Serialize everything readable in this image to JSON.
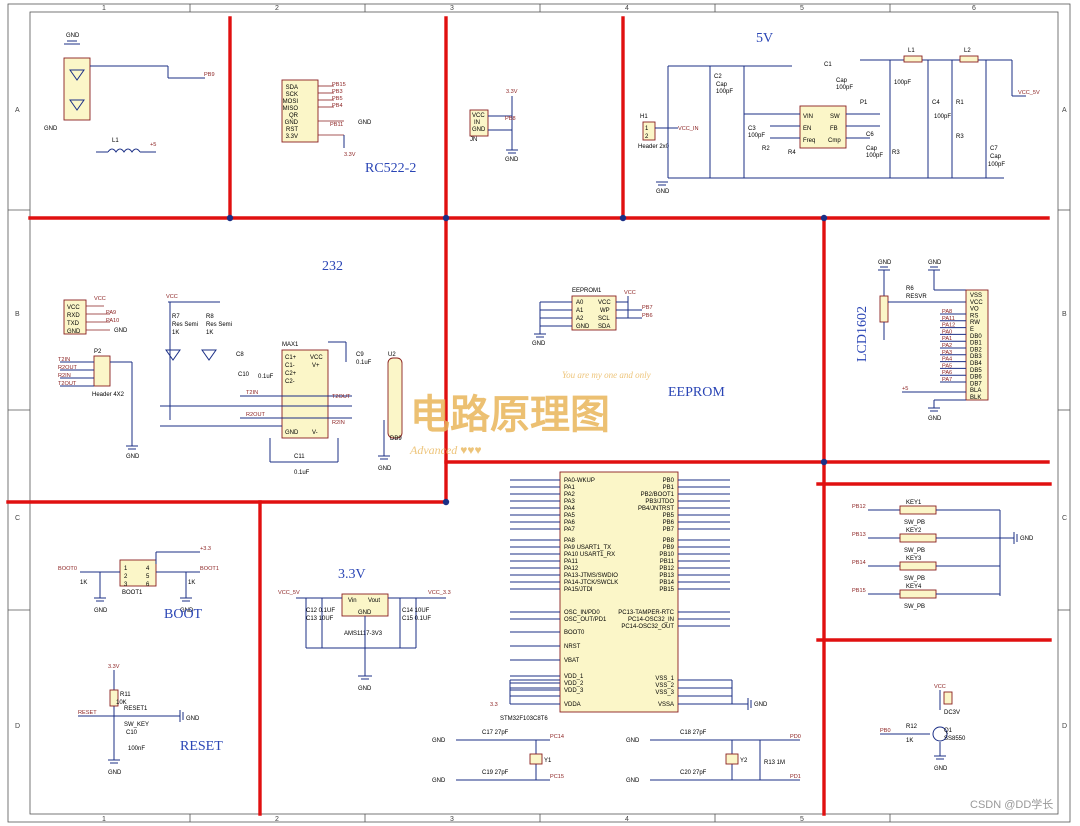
{
  "colors": {
    "border": "#e01010",
    "wire": "#1b2f86",
    "title": "#2a45b5",
    "component": "#fbf6c8",
    "watermark": "#e9b65a"
  },
  "grid": {
    "columns": [
      "1",
      "2",
      "3",
      "4",
      "5",
      "6"
    ],
    "rows": [
      "A",
      "B",
      "C",
      "D"
    ]
  },
  "blocks": {
    "rc522": {
      "title": "RC522-2",
      "pins": [
        "SDA",
        "SCK",
        "MOSI",
        "MISO",
        "QR",
        "GND",
        "RST",
        "3.3V"
      ],
      "nets": [
        "PB15",
        "PB3",
        "PB5",
        "PB4",
        "PB11"
      ]
    },
    "power5v": {
      "title": "5V",
      "chip": "P1",
      "chip_pins": [
        "VIN",
        "SW",
        "EN",
        "FB",
        "Freq",
        "Cmp"
      ],
      "header": "Header 2x0",
      "net_in": "VCC_IN",
      "net_out": "VCC_5V"
    },
    "rs232": {
      "title": "232",
      "chip": "MAX1",
      "chip_pins": [
        "C1+",
        "VCC",
        "C1-",
        "V+",
        "C2+",
        "C2-",
        "T2IN",
        "T2OUT",
        "R2OUT",
        "R2IN",
        "GND",
        "V-"
      ],
      "conn": "Header 4X2",
      "conn_pins": [
        "VCC",
        "RXD",
        "TXD",
        "GND"
      ],
      "db9": "DB9",
      "nets": [
        "T2IN",
        "R2OUT",
        "R2IN",
        "T2OUT"
      ]
    },
    "eeprom": {
      "title": "EEPROM",
      "chip": "EEPROM1",
      "pins": [
        "A0",
        "VCC",
        "A1",
        "WP",
        "A2",
        "SCL",
        "GND",
        "SDA"
      ],
      "nets": [
        "PB7",
        "PB6"
      ]
    },
    "lcd": {
      "title": "LCD1602",
      "pot": "R6",
      "pot_label": "RESVR",
      "pins": [
        "VSS",
        "VCC",
        "VO",
        "RS",
        "RW",
        "E",
        "DB0",
        "DB1",
        "DB2",
        "DB3",
        "DB4",
        "DB5",
        "DB6",
        "DB7",
        "BLA",
        "BLK"
      ],
      "nets": [
        "PA8",
        "PA11",
        "PA12",
        "PA0",
        "PA1",
        "PA2",
        "PA3",
        "PA4",
        "PA5",
        "PA6",
        "PA7"
      ]
    },
    "mcu": {
      "chip": "STM32F103C8T6",
      "left_pins": [
        "PA0-WKUP",
        "PA1",
        "PA2",
        "PA3",
        "PA4",
        "PA5",
        "PA6",
        "PA7",
        "PA8",
        "PA9 USART1_TX",
        "PA10 USART1_RX",
        "PA11",
        "PA12",
        "PA13-JTMS/SWDIO",
        "PA14-JTCK/SWCLK",
        "PA15/JTDI",
        "OSC_IN/PD0",
        "OSC_OUT/PD1",
        "BOOT0",
        "NRST",
        "VBAT",
        "VDD_1",
        "VDD_2",
        "VDD_3",
        "VDDA"
      ],
      "right_pins": [
        "PB0",
        "PB1",
        "PB2/BOOT1",
        "PB3/JTDO",
        "PB4/JNTRST",
        "PB5",
        "PB6",
        "PB7",
        "PB8",
        "PB9",
        "PB10",
        "PB11",
        "PB12",
        "PB13",
        "PB14",
        "PB15",
        "PC13-TAMPER-RTC",
        "PC14-OSC32_IN",
        "PC14-OSC32_OUT",
        "VSS_1",
        "VSS_2",
        "VSS_3",
        "VSSA"
      ]
    },
    "keys": {
      "keys": [
        {
          "net": "PB12",
          "label": "KEY1",
          "type": "SW_PB"
        },
        {
          "net": "PB13",
          "label": "KEY2",
          "type": "SW_PB"
        },
        {
          "net": "PB14",
          "label": "KEY3",
          "type": "SW_PB"
        },
        {
          "net": "PB15",
          "label": "KEY4",
          "type": "SW_PB"
        }
      ],
      "gnd": "GND"
    },
    "boot": {
      "title": "BOOT",
      "chip": "BOOT1",
      "nets": [
        "BOOT0",
        "BOOT1",
        "+3.3"
      ],
      "res": "1K"
    },
    "power33": {
      "title": "3.3V",
      "chip": "AMS1117-3V3",
      "pins": [
        "Vin",
        "Vout",
        "GND"
      ],
      "net_in": "VCC_5V",
      "net_out": "VCC_3.3",
      "caps": [
        "C12 0.1UF",
        "C13 10UF",
        "C14 10UF",
        "C15 0.1UF"
      ]
    },
    "reset": {
      "title": "RESET",
      "net": "RESET",
      "key": "SW_KEY",
      "res": "R11",
      "res_val": "10K",
      "cap": "C10",
      "cap_val": "100nF",
      "key_label": "RESET1"
    },
    "crystal": {
      "caps": [
        "C17 27pF",
        "C19 27pF",
        "C18 27pF",
        "C20 27pF"
      ],
      "xtal": [
        "Y1",
        "Y2"
      ],
      "nets": [
        "PC14",
        "PC15",
        "PD0",
        "PD1"
      ],
      "res": "R13 1M"
    },
    "buzzer": {
      "chip": "DC3V",
      "trans": "Q1",
      "trans_val": "SS8550",
      "res": "R12",
      "res_val": "1K",
      "net": "PB0",
      "vcc": "VCC"
    }
  },
  "watermark": {
    "main": "电路原理图",
    "sub": "You are my one and only",
    "sub2": "Advanced ♥♥♥"
  },
  "credit": "CSDN @DD学长"
}
